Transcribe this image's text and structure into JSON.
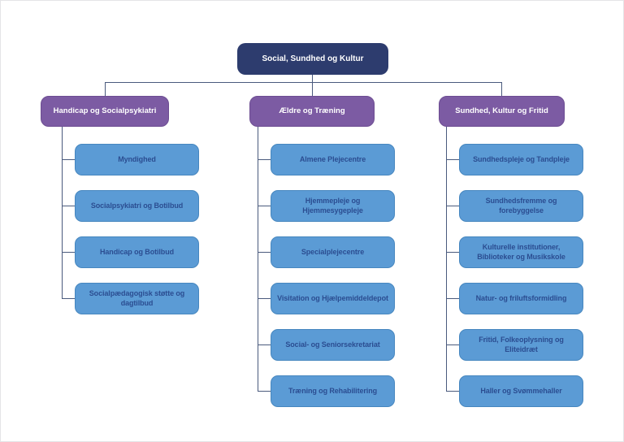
{
  "chart": {
    "type": "org-chart",
    "root": "Social, Sundhed og Kultur",
    "columns": [
      {
        "label": "Handicap og Socialpsykiatri",
        "children": [
          "Myndighed",
          "Socialpsykiatri og Botilbud",
          "Handicap og Botilbud",
          "Socialpædagogisk støtte og dagtilbud"
        ]
      },
      {
        "label": "Ældre og Træning",
        "children": [
          "Almene Plejecentre",
          "Hjemmepleje og Hjemmesygepleje",
          "Specialplejecentre",
          "Visitation og Hjælpemiddeldepot",
          "Social- og Seniorsekretariat",
          "Træning og Rehabilitering"
        ]
      },
      {
        "label": "Sundhed, Kultur og Fritid",
        "children": [
          "Sundhedspleje og Tandpleje",
          "Sundhedsfremme og forebyggelse",
          "Kulturelle institutioner, Biblioteker og Musikskole",
          "Natur- og friluftsformidling",
          "Fritid, Folkeoplysning og Eliteidræt",
          "Haller og Svømmehaller"
        ]
      }
    ],
    "colors": {
      "root_fill": "#2d3c6e",
      "dept_fill": "#7c5ba3",
      "unit_fill": "#5b9bd5",
      "unit_border": "#4787bf",
      "unit_text": "#2b4d91",
      "root_text": "#ffffff",
      "connector": "#4a5a7d",
      "background": "#ffffff"
    }
  }
}
